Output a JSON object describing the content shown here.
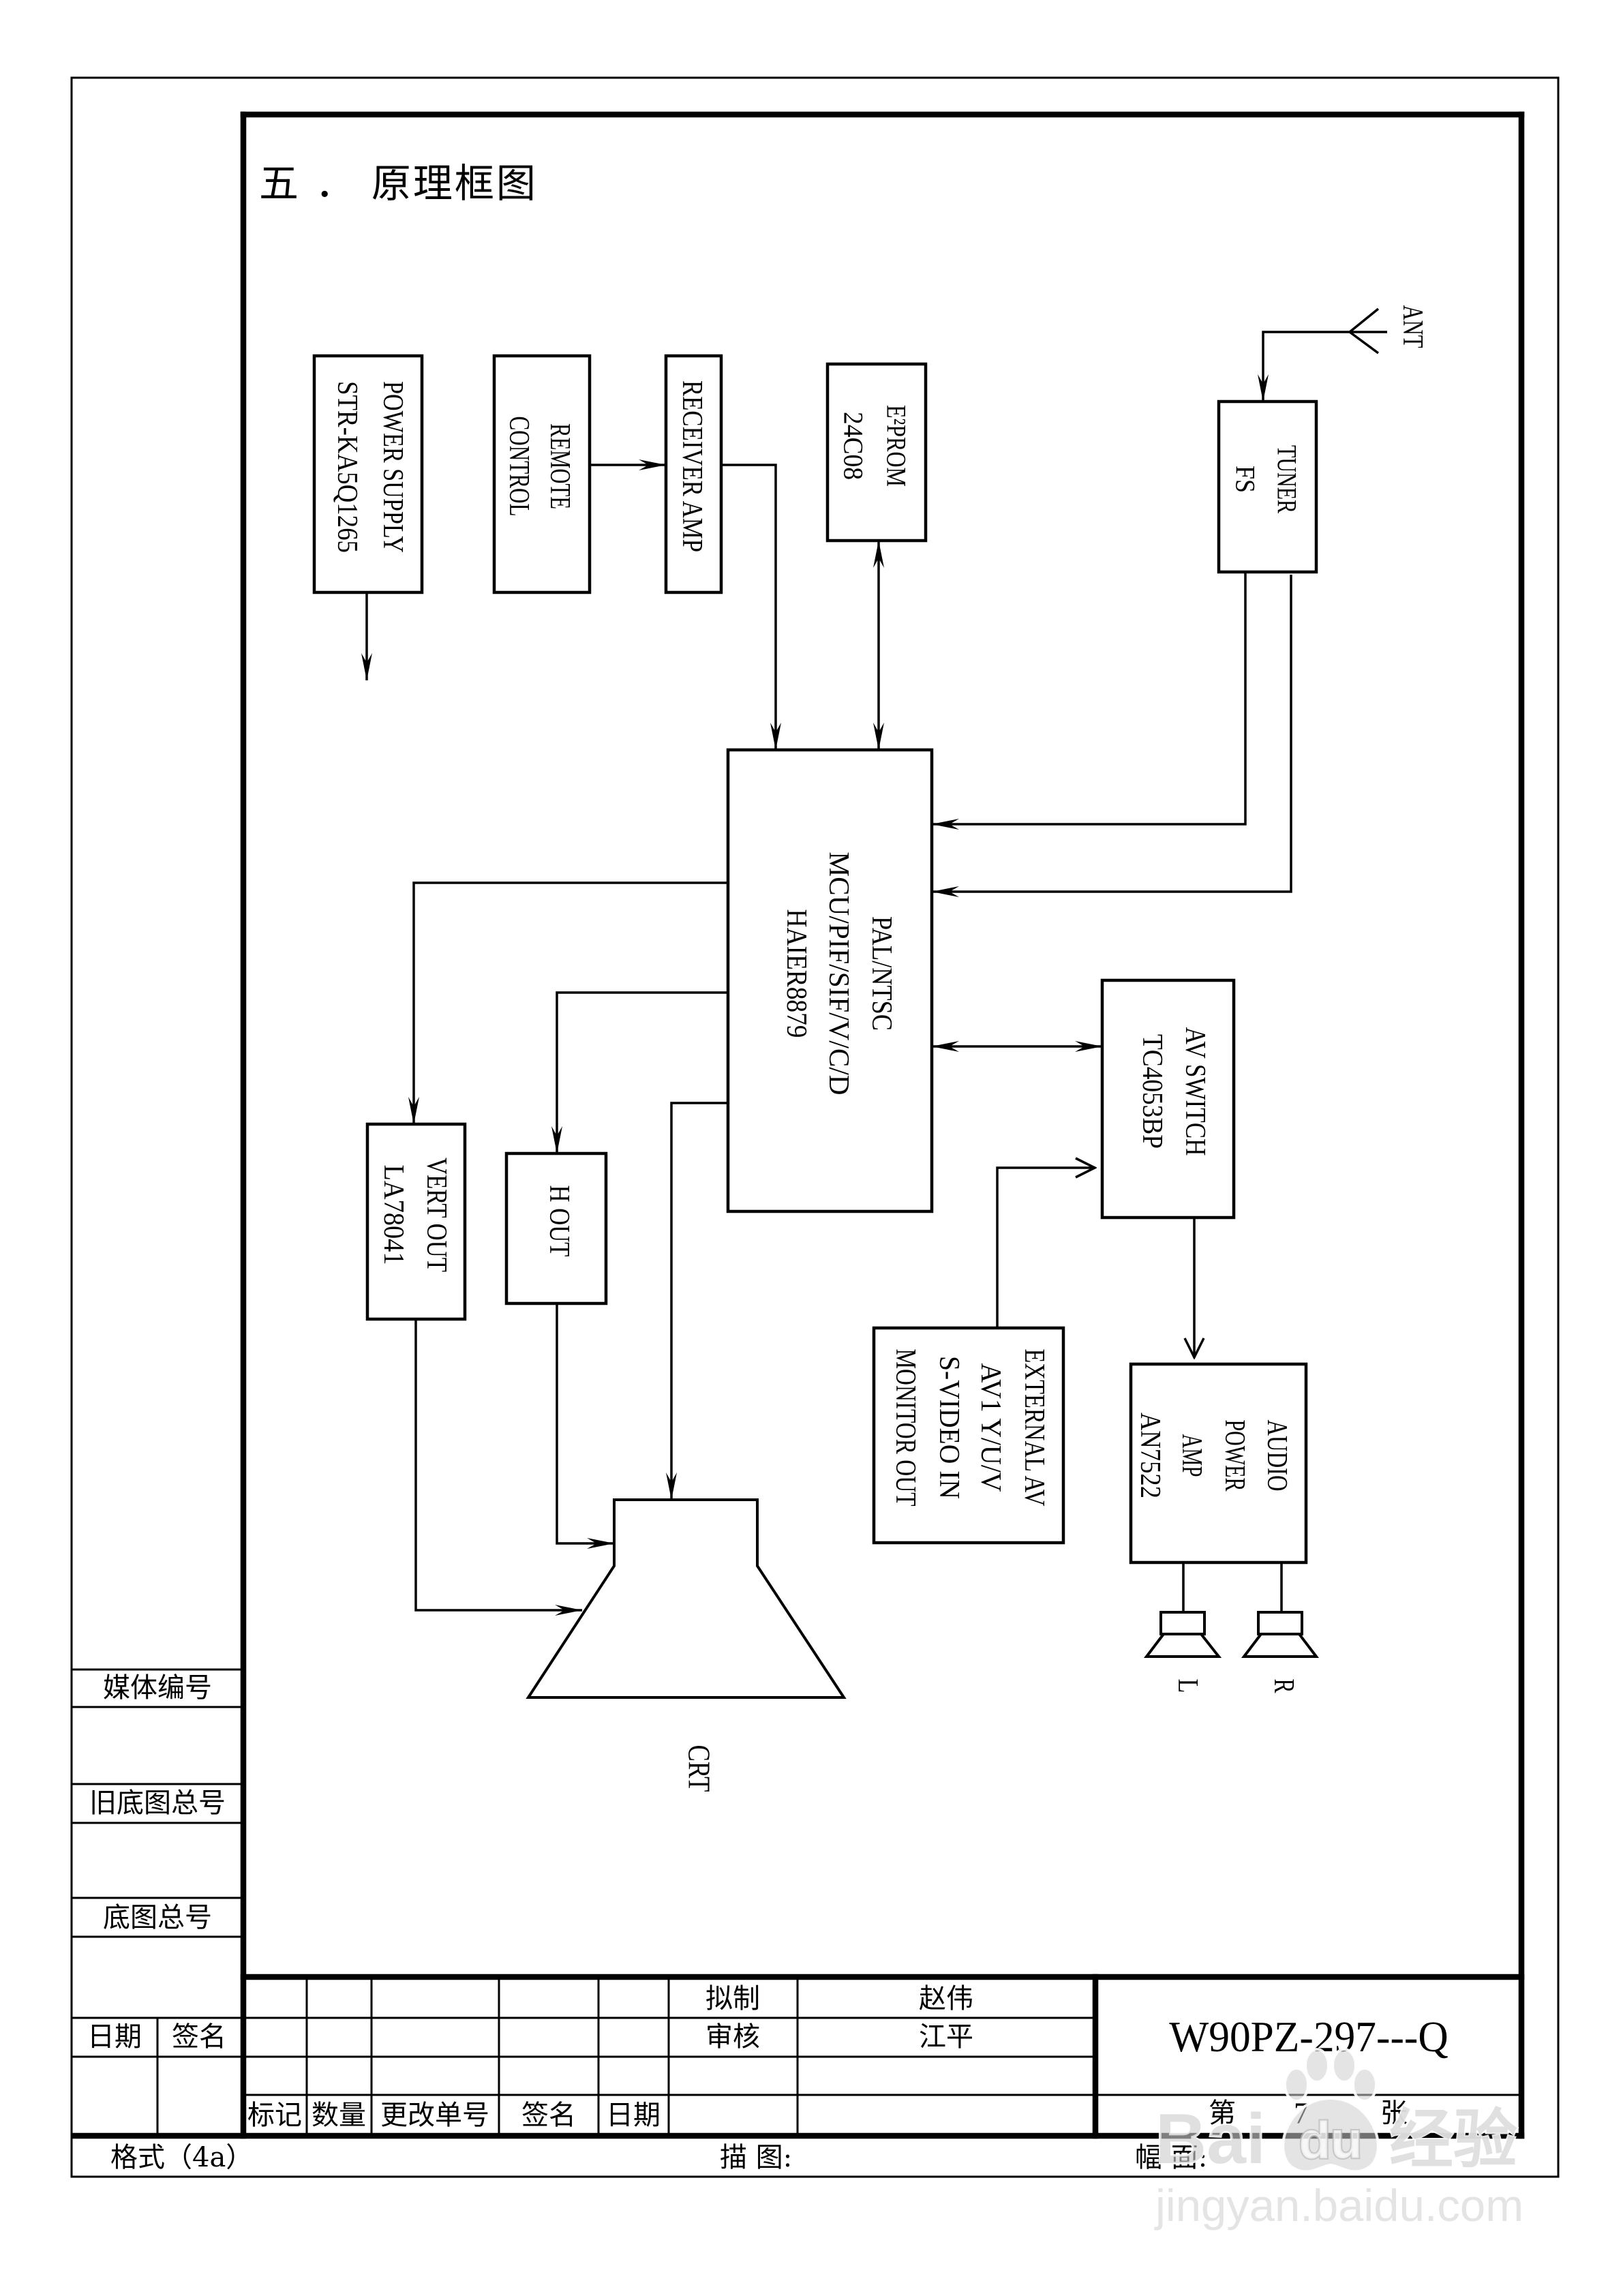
{
  "page": {
    "section_title": "五 ． 原理框图"
  },
  "diagram": {
    "power_supply": [
      "POWER SUPPLY",
      "STR-KA5Q1265"
    ],
    "remote_control": [
      "REMOTE",
      "CONTROL"
    ],
    "receiver_amp": [
      "RECEIVER AMP"
    ],
    "eeprom": [
      "E²PROM",
      "24C08"
    ],
    "tuner": [
      "TUNER",
      "FS"
    ],
    "antenna": "ANT",
    "mcu": [
      "PAL/NTSC",
      "MCU/PIF/SIF/V/C/D",
      "HAIER8879"
    ],
    "av_switch": [
      "AV SWITCH",
      "TC4053BP"
    ],
    "vert_out": [
      "VERT OUT",
      "LA78041"
    ],
    "h_out": [
      "H OUT"
    ],
    "external_av": [
      "EXTERNAL AV",
      "AV1 Y/U/V",
      "S-VIDEO IN",
      "MONITOR OUT"
    ],
    "audio_amp": [
      "AUDIO",
      "POWER",
      "AMP",
      "AN7522"
    ],
    "crt": "CRT",
    "speaker_left": "L",
    "speaker_right": "R"
  },
  "side_panel": {
    "media_no": "媒体编号",
    "old_base_total_no": "旧底图总号",
    "base_total_no": "底图总号",
    "date": "日期",
    "signature": "签名"
  },
  "title_block": {
    "revision_headers": [
      "标记",
      "数量",
      "更改单号",
      "签名",
      "日期"
    ],
    "drafted_label": "拟制",
    "drafted_by": "赵伟",
    "reviewed_label": "审核",
    "reviewed_by": "江平",
    "drawing_number": "W90PZ-297---Q",
    "sheet_prefix": "第",
    "sheet_number": "7",
    "sheet_suffix": "张"
  },
  "footer": {
    "format": "格式（4a）",
    "tracing": "描 图:",
    "sheet_size": "幅 面:"
  },
  "watermark": {
    "logo_left": "Bai",
    "logo_paw": "du",
    "logo_cn": "经验",
    "url": "jingyan.baidu.com"
  }
}
